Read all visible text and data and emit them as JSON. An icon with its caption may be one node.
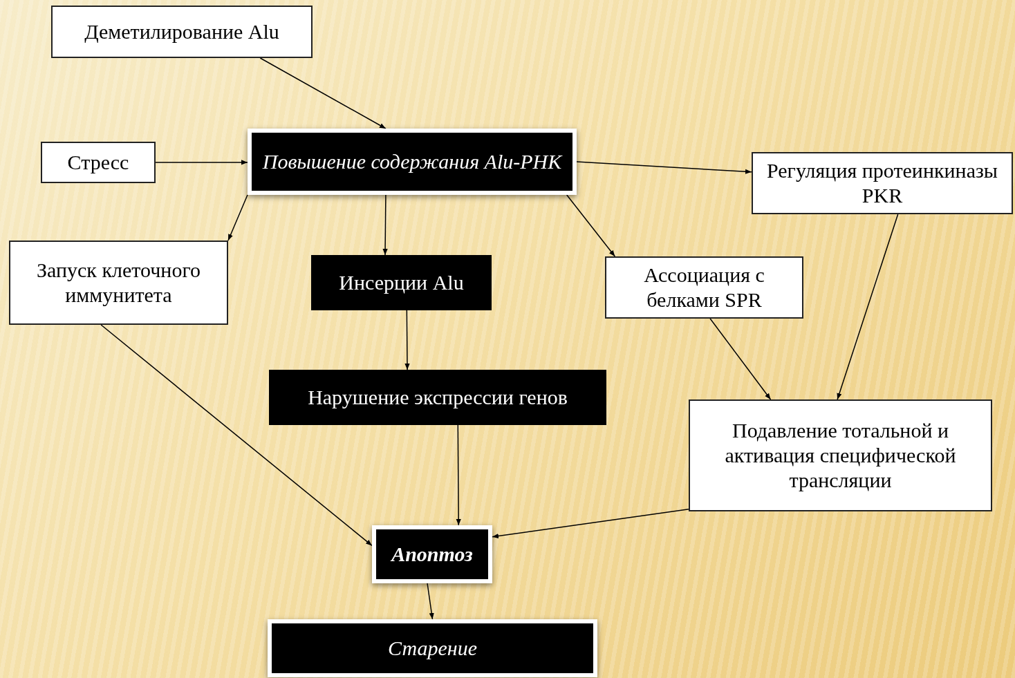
{
  "diagram": {
    "nodes": [
      {
        "text": [
          "Деметилирование Alu"
        ]
      },
      {
        "text": [
          "Повышение содержания Alu-РНК"
        ]
      },
      {
        "text": [
          "Стресс"
        ]
      },
      {
        "text": [
          "Регуляция протеинкиназы PKR"
        ]
      },
      {
        "text": [
          "Запуск клеточного иммунитета"
        ]
      },
      {
        "text": [
          "Инсерции Alu"
        ]
      },
      {
        "text": [
          "Ассоциация с белками SPR"
        ]
      },
      {
        "text": [
          "Нарушение экспрессии генов"
        ]
      },
      {
        "text": [
          "Подавление тотальной и активация специфической трансляции"
        ]
      },
      {
        "text": [
          "Апоптоз"
        ]
      },
      {
        "text": [
          "Старение"
        ]
      }
    ],
    "edges": [
      {
        "from": 0,
        "to": 1,
        "arrow": "to"
      },
      {
        "from": 2,
        "to": 1,
        "arrow": "to"
      },
      {
        "from": 1,
        "to": 3,
        "arrow": "to"
      },
      {
        "from": 1,
        "to": 4,
        "arrow": "to"
      },
      {
        "from": 1,
        "to": 5,
        "arrow": "to"
      },
      {
        "from": 1,
        "to": 6,
        "arrow": "to"
      },
      {
        "from": 5,
        "to": 7,
        "arrow": "to"
      },
      {
        "from": 7,
        "to": 9,
        "arrow": "to"
      },
      {
        "from": 4,
        "to": 9,
        "arrow": "to"
      },
      {
        "from": 8,
        "to": 9,
        "arrow": "to"
      },
      {
        "from": 3,
        "to": 8,
        "arrow": "to"
      },
      {
        "from": 6,
        "to": 8,
        "arrow": "to"
      },
      {
        "from": 9,
        "to": 10,
        "arrow": "to"
      }
    ]
  }
}
